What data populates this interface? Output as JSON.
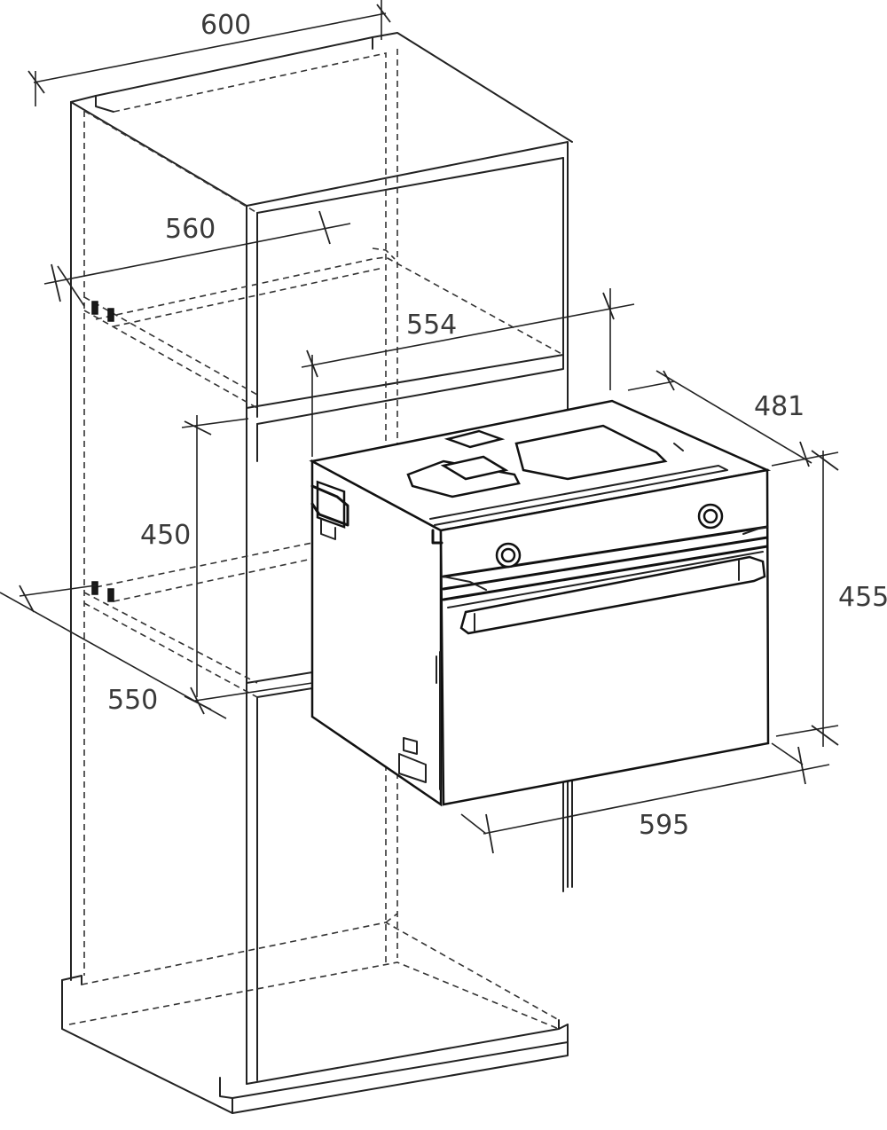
{
  "dimensions": {
    "cabinet_width": "600",
    "niche_width": "560",
    "niche_depth": "550",
    "niche_height": "450",
    "oven_body_width": "554",
    "oven_depth": "481",
    "oven_height": "455",
    "oven_front_width": "595"
  },
  "colors": {
    "line": "#222222",
    "label": "#3a3a3a",
    "background": "#ffffff"
  }
}
